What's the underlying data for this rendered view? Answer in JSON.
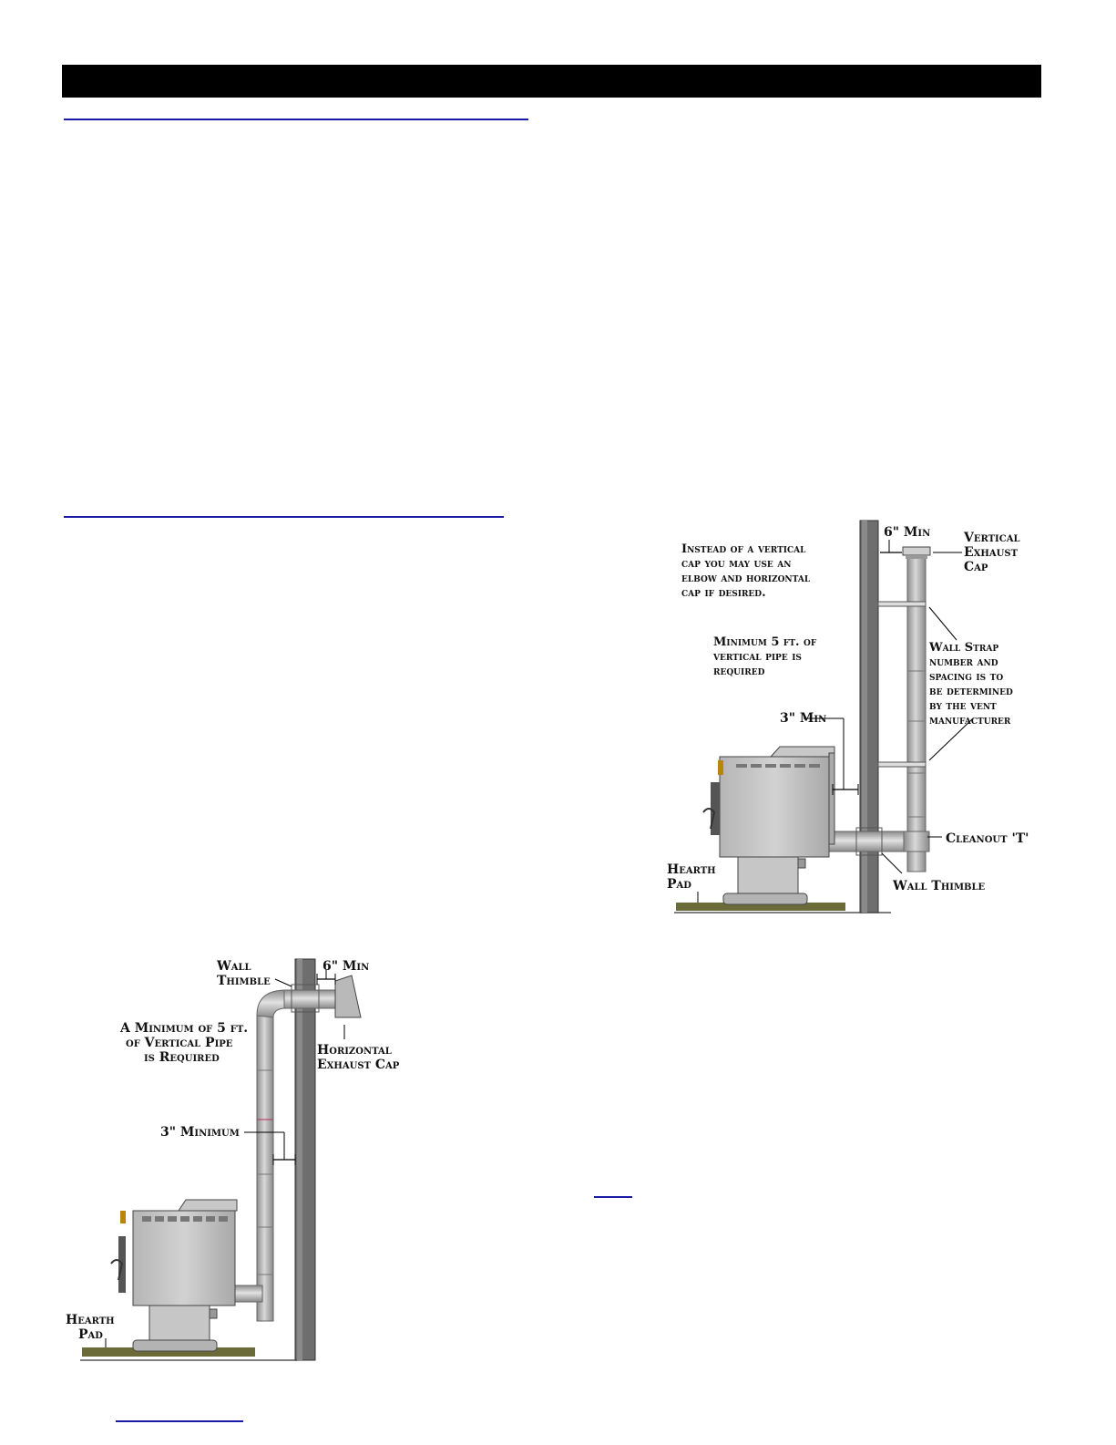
{
  "diagram_right": {
    "labels": {
      "instead_1": "Instead of a vertical",
      "instead_2": "cap you may use an",
      "instead_3": "elbow and horizontal",
      "instead_4": "cap if desired.",
      "six_min": "6\" Min",
      "vcap_1": "Vertical",
      "vcap_2": "Exhaust",
      "vcap_3": "Cap",
      "min5_1": "Minimum 5 ft. of",
      "min5_2": "vertical pipe is",
      "min5_3": "required",
      "strap_1": "Wall Strap",
      "strap_2": "number and",
      "strap_3": "spacing is to",
      "strap_4": "be determined",
      "strap_5": "by the vent",
      "strap_6": "manufacturer",
      "three_min": "3\" Min",
      "cleanout": "Cleanout 'T'",
      "hearth_1": "Hearth",
      "hearth_2": "Pad",
      "wall_thimble": "Wall Thimble"
    }
  },
  "diagram_left": {
    "labels": {
      "thimble_1": "Wall",
      "thimble_2": "Thimble",
      "six_min": "6\" Min",
      "min5_1": "A Minimum of 5 ft.",
      "min5_2": "of Vertical Pipe",
      "min5_3": "is Required",
      "hcap_1": "Horizontal",
      "hcap_2": "Exhaust Cap",
      "three_min": "3\" Minimum",
      "hearth_1": "Hearth",
      "hearth_2": "Pad"
    }
  }
}
